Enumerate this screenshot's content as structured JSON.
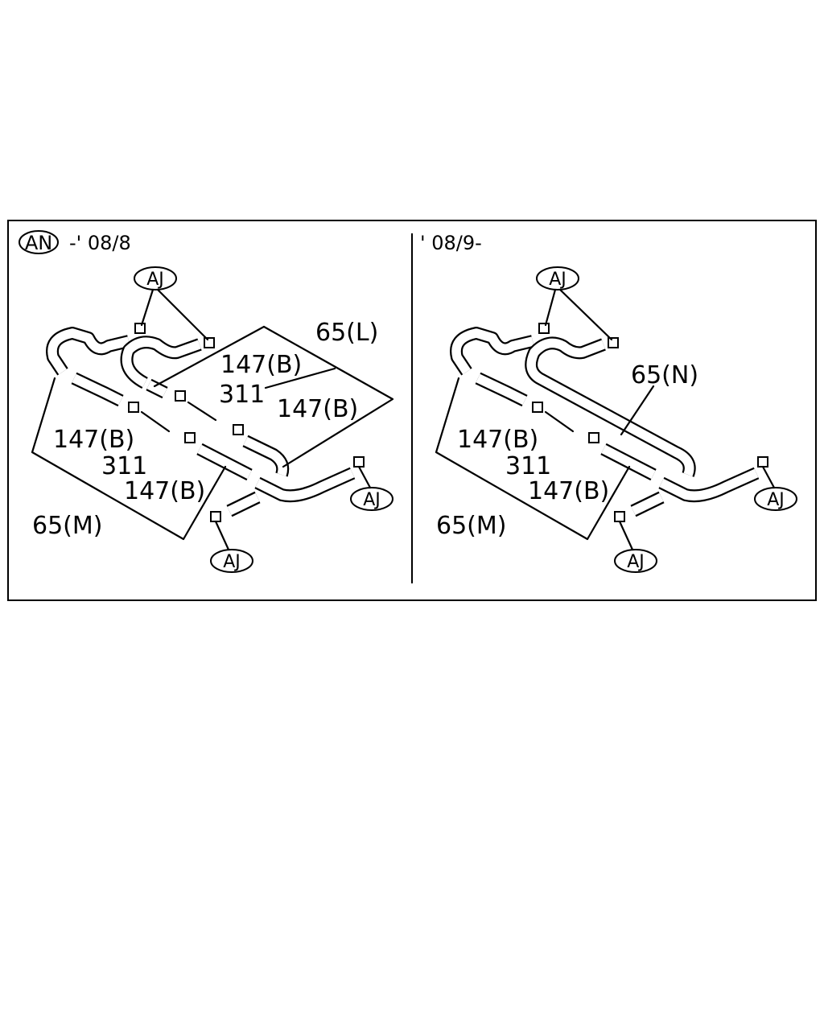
{
  "panels": [
    {
      "badge": "AN",
      "period": "-' 08/8",
      "labels": {
        "pipe_upper": "65(L)",
        "clamp_upper_1": "147(B)",
        "bolt_upper": "311",
        "clamp_upper_2": "147(B)",
        "clamp_lower_1": "147(B)",
        "bolt_lower": "311",
        "clamp_lower_2": "147(B)",
        "pipe_lower": "65(M)"
      },
      "tags": [
        "AJ",
        "AJ",
        "AJ"
      ]
    },
    {
      "period": "' 08/9-",
      "labels": {
        "pipe_upper": "65(N)",
        "clamp_lower_1": "147(B)",
        "bolt_lower": "311",
        "clamp_lower_2": "147(B)",
        "pipe_lower": "65(M)"
      },
      "tags": [
        "AJ",
        "AJ",
        "AJ"
      ]
    }
  ]
}
